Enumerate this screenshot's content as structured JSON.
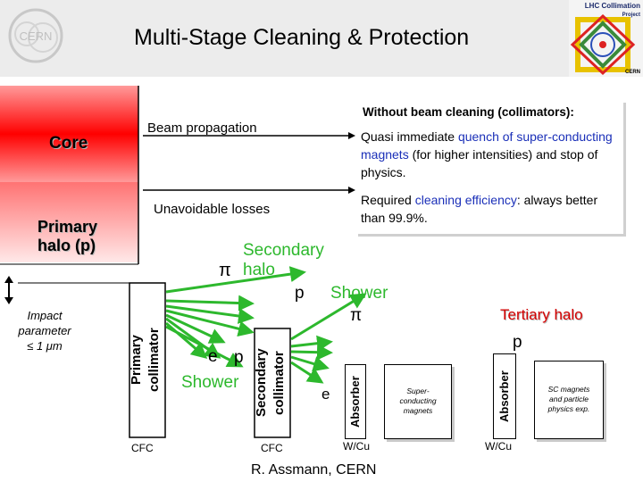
{
  "header": {
    "title": "Multi-Stage Cleaning & Protection",
    "cern_logo_text": "CERN",
    "lhc_logo": {
      "line1": "LHC Collimation",
      "line2": "Project",
      "line3": "CERN"
    }
  },
  "info_box": {
    "heading": "Without beam cleaning (collimators):",
    "p1_pre": "Quasi immediate ",
    "p1_hl": "quench of super-conducting magnets",
    "p1_post": " (for higher intensities) and stop of physics.",
    "p2_pre": "Required ",
    "p2_hl": "cleaning efficiency",
    "p2_post": ": always better than 99.9%."
  },
  "labels": {
    "beam_propagation": "Beam propagation",
    "core": "Core",
    "unavoidable_losses": "Unavoidable losses",
    "primary_halo": "Primary\nhalo (p)",
    "impact_parameter": "Impact\nparameter\n≤ 1 μm",
    "primary_collimator": "Primary\ncollimator",
    "secondary_halo": "Secondary\nhalo",
    "pi_1": "π",
    "p_1": "p",
    "shower_1": "Shower",
    "pi_2": "π",
    "e_1": "e",
    "p_2": "p",
    "shower_2": "Shower",
    "secondary_collimator": "Secondary\ncollimator",
    "e_2": "e",
    "absorber_1": "Absorber",
    "superconducting_magnets": "Super-\nconducting\nmagnets",
    "tertiary_halo": "Tertiary halo",
    "p_3": "p",
    "absorber_2": "Absorber",
    "sc_magnets_exp": "SC magnets\nand particle\nphysics exp.",
    "cfc_1": "CFC",
    "cfc_2": "CFC",
    "wcu_1": "W/Cu",
    "wcu_2": "W/Cu",
    "author": "R. Assmann, CERN"
  },
  "colors": {
    "beam_red": "#ff0000",
    "arrow_green": "#2db82d",
    "tertiary_red": "#d40000",
    "highlight_blue": "#1a2fb8",
    "header_bg": "#ececec"
  }
}
